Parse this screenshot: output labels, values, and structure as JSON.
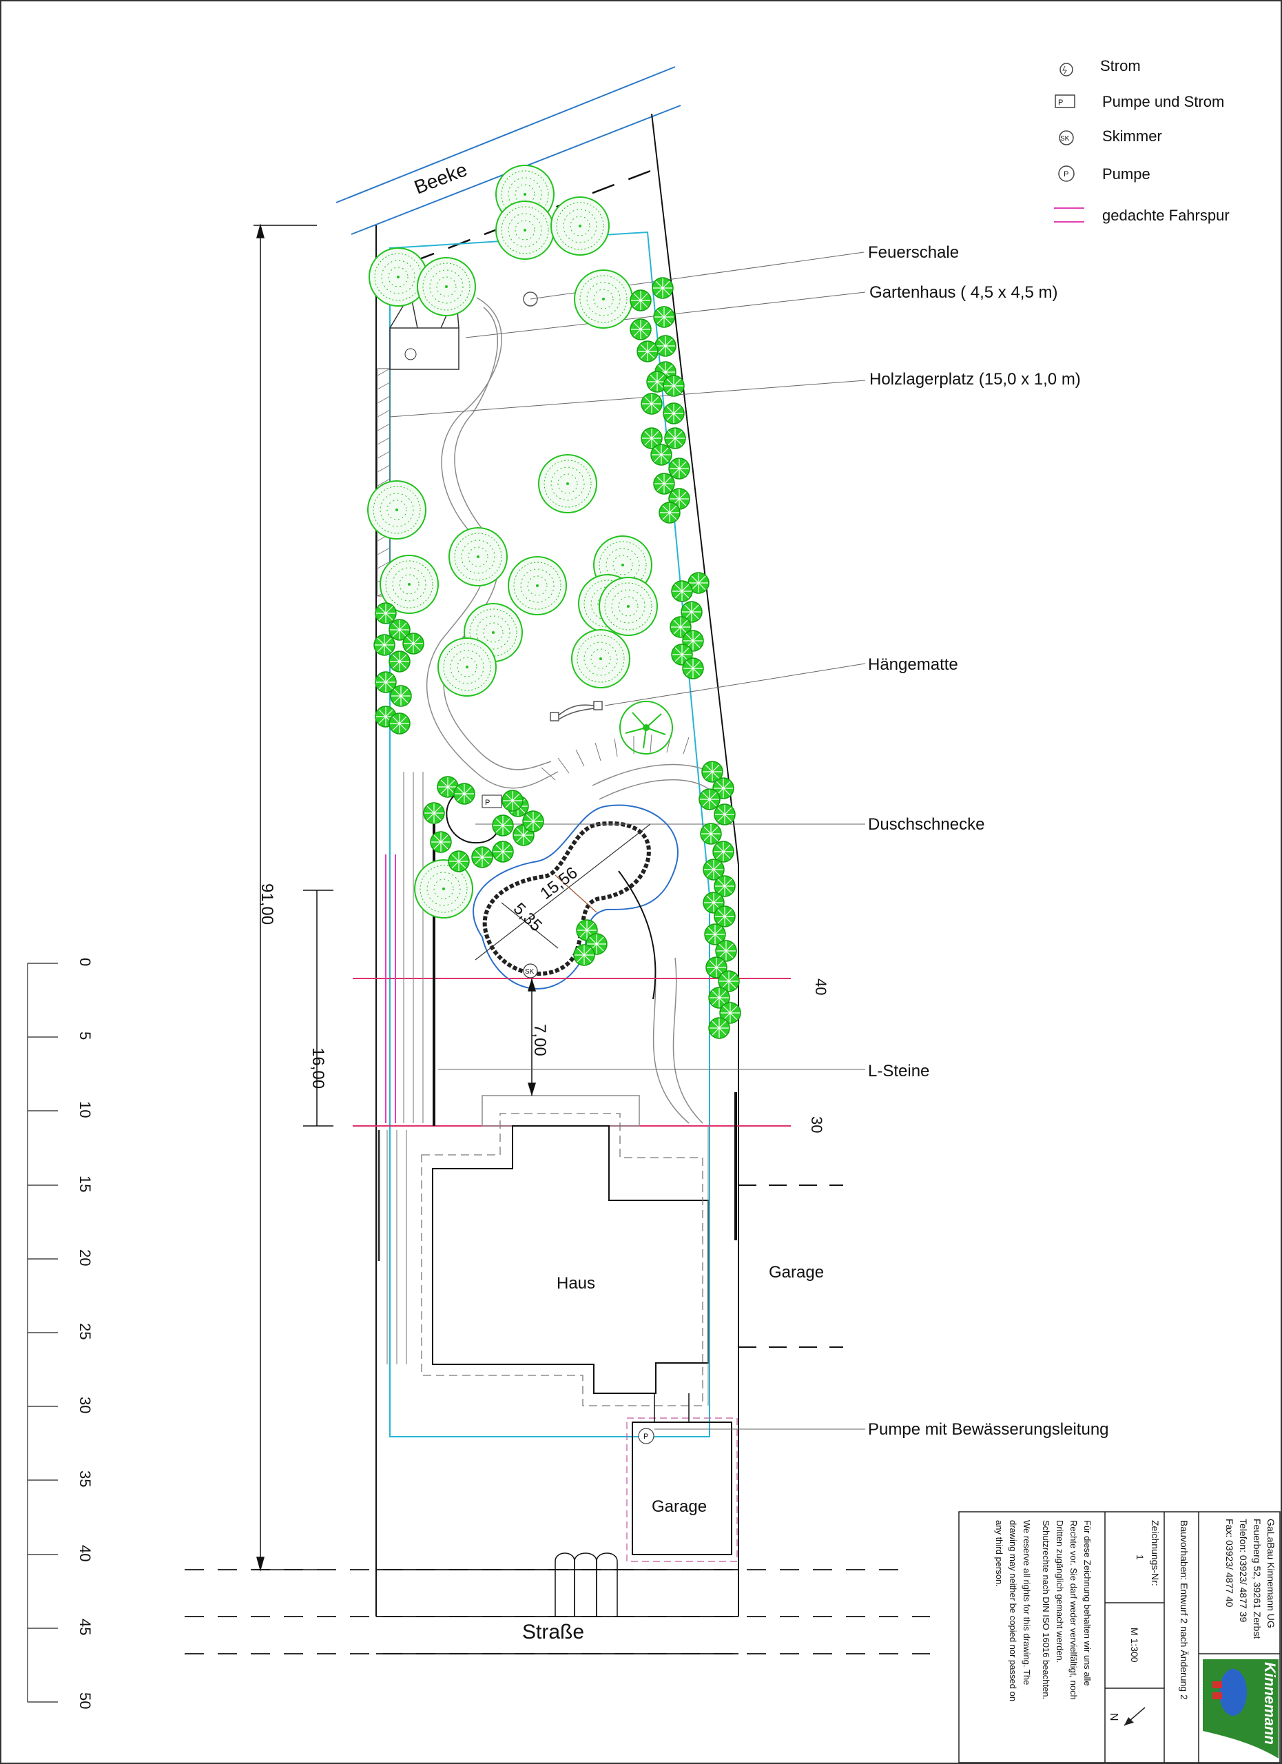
{
  "legend": {
    "strom": "Strom",
    "pumpe_strom": "Pumpe und Strom",
    "skimmer": "Skimmer",
    "pumpe": "Pumpe",
    "fahrspur": "gedachte Fahrspur"
  },
  "labels": {
    "beeke": "Beeke",
    "feuerschale": "Feuerschale",
    "gartenhaus": "Gartenhaus ( 4,5 x 4,5 m)",
    "holzlager": "Holzlagerplatz (15,0 x 1,0 m)",
    "haengematte": "Hängematte",
    "duschschnecke": "Duschschnecke",
    "lsteine": "L-Steine",
    "pumpe_leitung": "Pumpe mit Bewässerungsleitung",
    "haus": "Haus",
    "garage_right": "Garage",
    "garage_bottom": "Garage",
    "strasse": "Straße"
  },
  "dimensions": {
    "total": "91,00",
    "sixteen": "16,00",
    "seven": "7,00",
    "pond_long": "15,56",
    "pond_short": "5,35",
    "level40": "40",
    "level30": "30"
  },
  "symbols": {
    "p": "P",
    "sk": "SK",
    "p_strom": "P",
    "north": "N"
  },
  "scale": {
    "ticks": [
      "0",
      "5",
      "10",
      "15",
      "20",
      "25",
      "30",
      "35",
      "40",
      "45",
      "50"
    ]
  },
  "titleblock": {
    "company": [
      "GaLaBau Kinnemann UG",
      "Feuerberg 52, 39261 Zerbst",
      "Telefon: 03923/ 4877 39",
      "Fax: 03923/ 4877 40"
    ],
    "project": "Bauvorhaben:  Entwurf 2 nach Änderung 2",
    "zeichnungs_label": "Zeichnungs-Nr:",
    "zeichnungs_nr": "1",
    "massstab": "M 1:300",
    "disclaimer_de": [
      "Für diese Zeichnung behalten wir uns alle",
      "Rechte vor. Sie darf weder vervielfältigt, noch",
      "Dritten zugänglich gemacht werden.",
      "Schutzrechte nach DIN ISO 16016 beachten."
    ],
    "disclaimer_en": [
      "We reserve all rights for this drawing. The",
      "drawing may neither be copied nor passed on",
      "any third person."
    ],
    "logo_text": "Kinnemann"
  },
  "colors": {
    "tree": "#22c21e",
    "boundary": "#26b5d4",
    "creek": "#2a78c8",
    "fahrspur": "#e23fb4",
    "levelline": "#e0306a",
    "pond": "#2a6fc8"
  }
}
